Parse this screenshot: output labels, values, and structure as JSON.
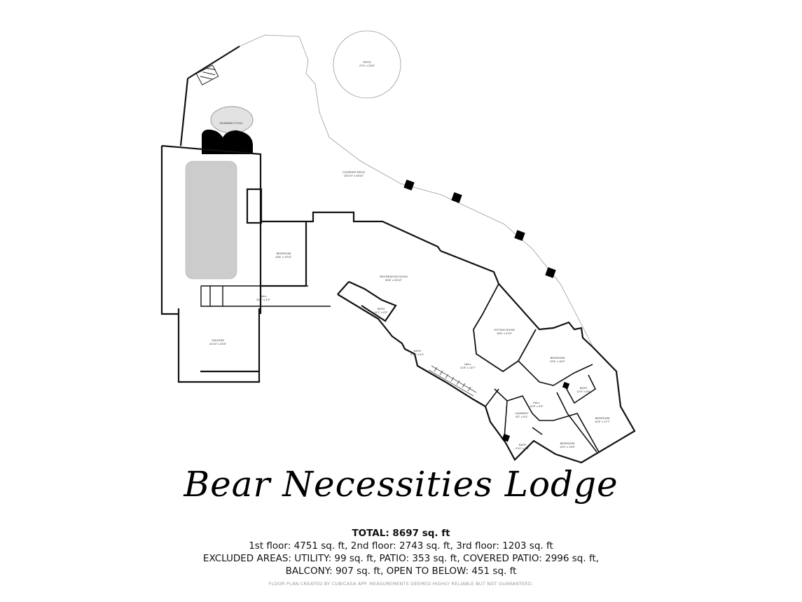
{
  "plan": {
    "rooms": [
      {
        "name": "PATIO",
        "dims": "27'4\" x 20'8\""
      },
      {
        "name": "SWIMMING POOL",
        "dims": ""
      },
      {
        "name": "COVERED PATIO",
        "dims": "132'10\" x 48'10\""
      },
      {
        "name": "BEDROOM",
        "dims": "13'8\" x 19'11\""
      },
      {
        "name": "RECREATION ROOM",
        "dims": "32'8\" x 29'12\""
      },
      {
        "name": "HALL",
        "dims": "34'2\" x 4'9\""
      },
      {
        "name": "THEATER",
        "dims": "24'10\" x 22'8\""
      },
      {
        "name": "BATH",
        "dims": "11'1\" x 5'3\""
      },
      {
        "name": "SITTING ROOM",
        "dims": "18'5\" x 21'5\""
      },
      {
        "name": "BATH",
        "dims": "5'10\" x 6'1\""
      },
      {
        "name": "HALL",
        "dims": "21'8\" x 14'7\""
      },
      {
        "name": "BEDROOM",
        "dims": "22'6\" x 18'2\""
      },
      {
        "name": "BATH",
        "dims": "12'9\" x 6'8\""
      },
      {
        "name": "HALL",
        "dims": "24'5\" x 4'9\""
      },
      {
        "name": "LAUNDRY",
        "dims": "8'2\" x 5'4\""
      },
      {
        "name": "BEDROOM",
        "dims": "12'8\" x 17'7\""
      },
      {
        "name": "BATH",
        "dims": "9'11\" x 6'8\""
      },
      {
        "name": "BEDROOM",
        "dims": "13'3\" x 13'6\""
      }
    ]
  },
  "title": "Bear Necessities Lodge",
  "summary": {
    "total": "TOTAL: 8697 sq. ft",
    "line1": "1st floor: 4751 sq. ft, 2nd floor: 2743 sq. ft, 3rd floor: 1203 sq. ft",
    "line2": "EXCLUDED AREAS: UTILITY: 99 sq. ft, PATIO: 353 sq. ft, COVERED PATIO: 2996 sq. ft,",
    "line3": "BALCONY: 907 sq. ft, OPEN TO BELOW: 451 sq. ft"
  },
  "credit": "FLOOR PLAN CREATED BY CUBICASA APP. MEASUREMENTS DEEMED HIGHLY RELIABLE BUT NOT GUARANTEED."
}
